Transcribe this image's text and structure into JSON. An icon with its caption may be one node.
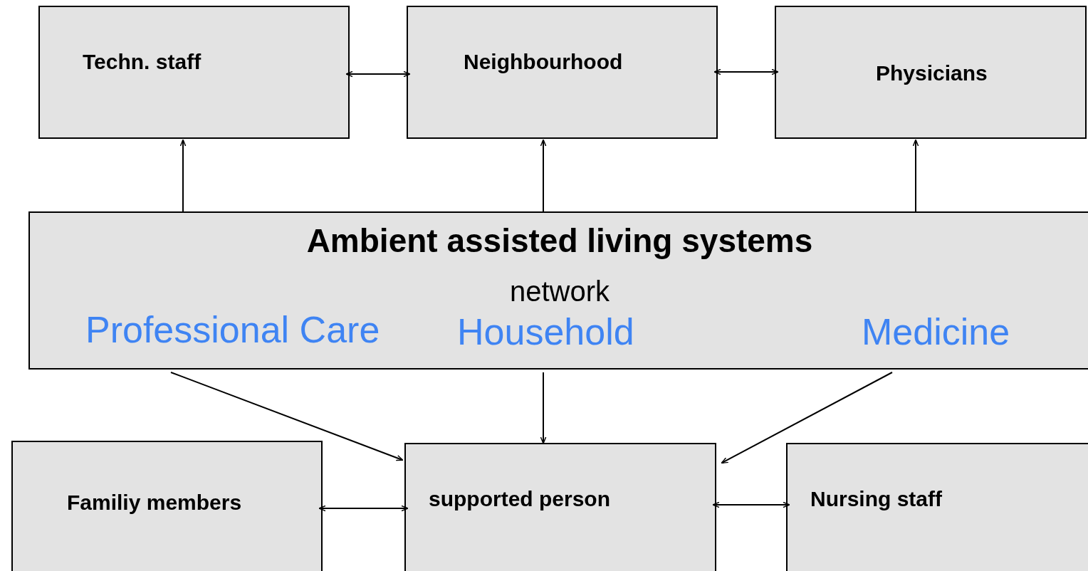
{
  "diagram": {
    "nodes": [
      {
        "text": [
          "Techn. staff"
        ]
      },
      {
        "text": [
          "Neighbourhood"
        ]
      },
      {
        "text": [
          "Physicians"
        ]
      },
      {
        "text": [
          "Ambient assisted living systems",
          "network",
          "Professional Care",
          "Household",
          "Medicine"
        ]
      },
      {
        "text": [
          "Familiy members"
        ]
      },
      {
        "text": [
          "supported person"
        ]
      },
      {
        "text": [
          "Nursing staff"
        ]
      }
    ],
    "edges": [
      {
        "from": 0,
        "to": 1,
        "arrow": "both"
      },
      {
        "from": 1,
        "to": 2,
        "arrow": "both"
      },
      {
        "from": 3,
        "to": 0,
        "arrow": "to"
      },
      {
        "from": 3,
        "to": 1,
        "arrow": "to"
      },
      {
        "from": 3,
        "to": 2,
        "arrow": "to"
      },
      {
        "from": 3,
        "to": 5,
        "arrow": "to"
      },
      {
        "from": 3,
        "to": 5,
        "arrow": "to"
      },
      {
        "from": 3,
        "to": 5,
        "arrow": "to"
      },
      {
        "from": 4,
        "to": 5,
        "arrow": "both"
      },
      {
        "from": 5,
        "to": 6,
        "arrow": "both"
      }
    ]
  }
}
